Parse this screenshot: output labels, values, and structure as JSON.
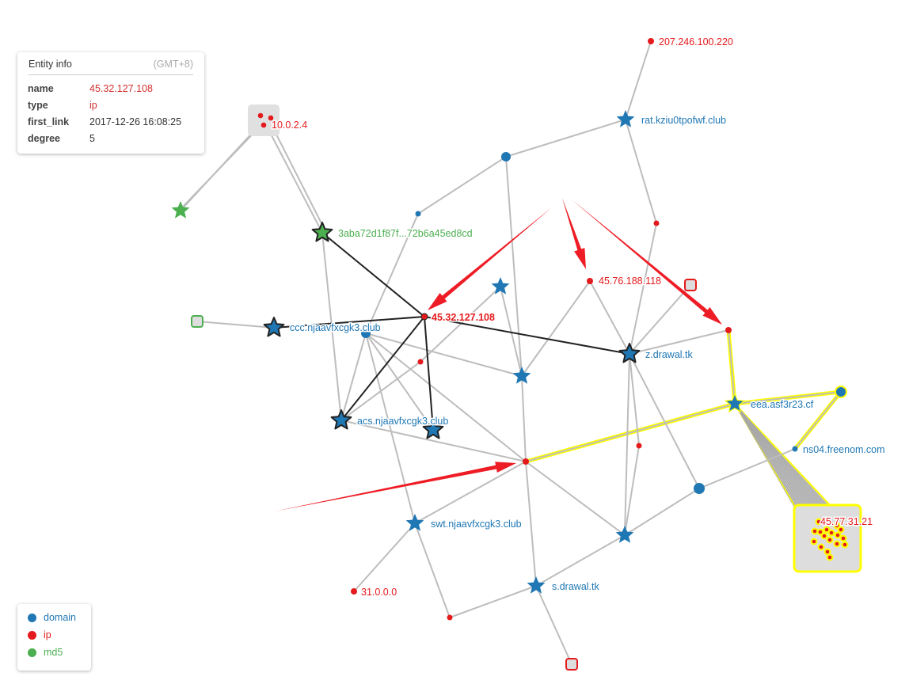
{
  "entity_info": {
    "title": "Entity info",
    "timezone": "(GMT+8)",
    "rows": [
      {
        "key": "name",
        "value": "45.32.127.108"
      },
      {
        "key": "type",
        "value": "ip"
      },
      {
        "key": "first_link",
        "value": "2017-12-26 16:08:25"
      },
      {
        "key": "degree",
        "value": "5"
      }
    ]
  },
  "legend": [
    {
      "label": "domain",
      "color": "#1f77b4"
    },
    {
      "label": "ip",
      "color": "#e41a1c"
    },
    {
      "label": "md5",
      "color": "#4caf50"
    }
  ],
  "colors": {
    "domain": "#1f77b4",
    "ip": "#e41a1c",
    "md5": "#4caf50",
    "edge": "#bdbdbd",
    "selected_edge": "#222222",
    "highlight": "#ffff00",
    "arrow": "#ee1c25"
  },
  "graph": {
    "selected": "45.32.127.108",
    "nodes": [
      {
        "id": "ip207",
        "type": "ip",
        "label": "207.246.100.220"
      },
      {
        "id": "rat",
        "type": "domain",
        "label": "rat.kziu0tpofwf.club"
      },
      {
        "id": "g10",
        "type": "ip",
        "label": "10.0.2.4",
        "group_count": 3
      },
      {
        "id": "md5b",
        "type": "md5",
        "label": "3aba72d1f87f...72b6a45ed8cd"
      },
      {
        "id": "ip76",
        "type": "ip",
        "label": "45.76.188.118"
      },
      {
        "id": "ip45",
        "type": "ip",
        "label": "45.32.127.108"
      },
      {
        "id": "ccc",
        "type": "domain",
        "label": "ccc.njaavfxcgk3.club"
      },
      {
        "id": "z",
        "type": "domain",
        "label": "z.drawal.tk"
      },
      {
        "id": "eea",
        "type": "domain",
        "label": "eea.asf3r23.cf"
      },
      {
        "id": "ns04",
        "type": "domain",
        "label": "ns04.freenom.com"
      },
      {
        "id": "acs",
        "type": "domain",
        "label": "acs.njaavfxcgk3.club"
      },
      {
        "id": "b4577",
        "type": "ip",
        "label": "45.77.31.21",
        "group_count": 17
      },
      {
        "id": "swt",
        "type": "domain",
        "label": "swt.njaavfxcgk3.club"
      },
      {
        "id": "s",
        "type": "domain",
        "label": "s.drawal.tk"
      },
      {
        "id": "ip31",
        "type": "ip",
        "label": "31.0.0.0"
      }
    ]
  }
}
